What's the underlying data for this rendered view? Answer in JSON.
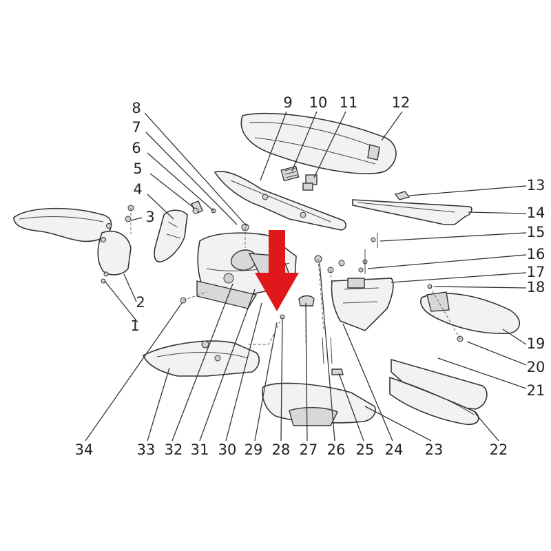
{
  "diagram": {
    "arrow_color": "#e0181b",
    "callouts": [
      "1",
      "2",
      "3",
      "4",
      "5",
      "6",
      "7",
      "8",
      "9",
      "10",
      "11",
      "12",
      "13",
      "14",
      "15",
      "16",
      "17",
      "18",
      "19",
      "20",
      "21",
      "22",
      "23",
      "24",
      "25",
      "26",
      "27",
      "28",
      "29",
      "30",
      "31",
      "32",
      "33",
      "34"
    ]
  }
}
